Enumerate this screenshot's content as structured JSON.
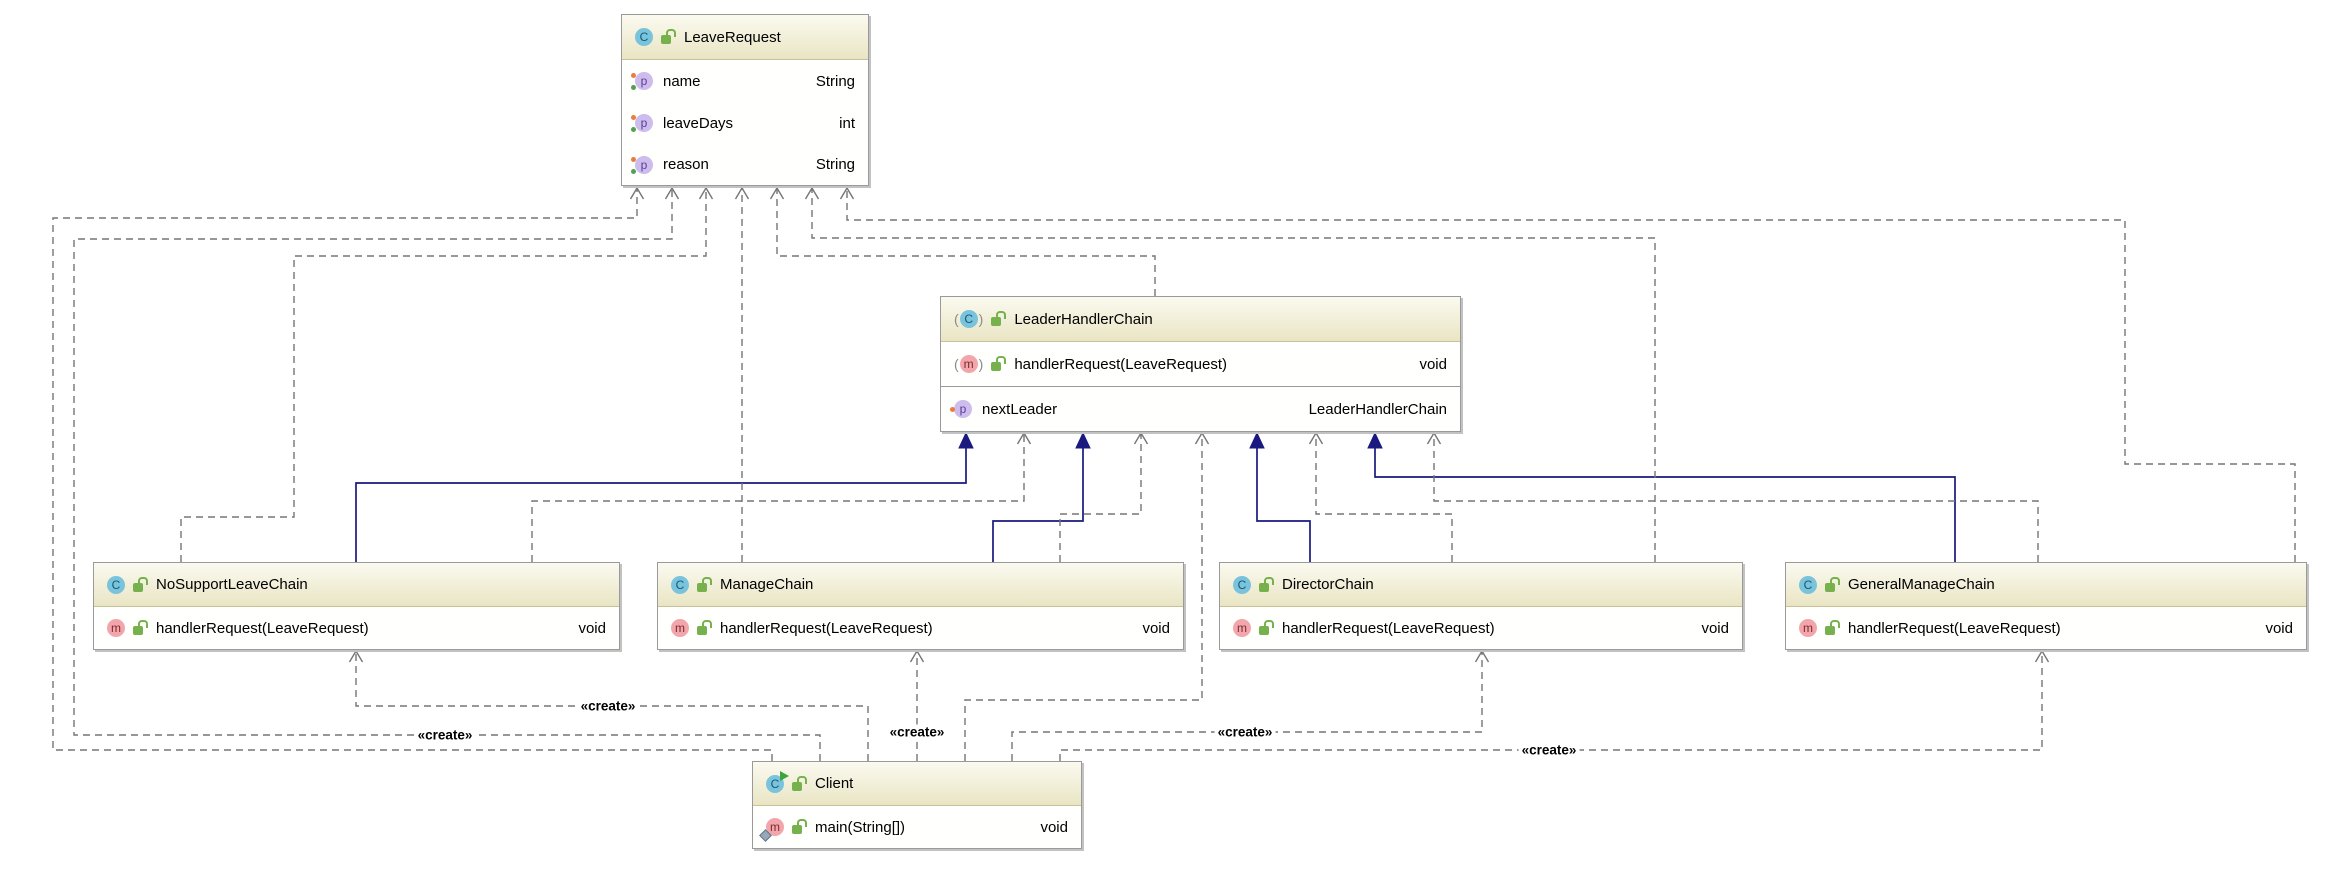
{
  "edge_label_create": "«create»",
  "classes": {
    "leave_request": {
      "name": "LeaveRequest",
      "kind": "class",
      "properties": [
        {
          "name": "name",
          "type": "String"
        },
        {
          "name": "leaveDays",
          "type": "int"
        },
        {
          "name": "reason",
          "type": "String"
        }
      ]
    },
    "leader_handler_chain": {
      "name": "LeaderHandlerChain",
      "kind": "abstract-class",
      "methods": [
        {
          "name": "handlerRequest(LeaveRequest)",
          "returns": "void",
          "abstract": true
        }
      ],
      "properties": [
        {
          "name": "nextLeader",
          "type": "LeaderHandlerChain"
        }
      ]
    },
    "no_support_leave_chain": {
      "name": "NoSupportLeaveChain",
      "kind": "class",
      "methods": [
        {
          "name": "handlerRequest(LeaveRequest)",
          "returns": "void"
        }
      ]
    },
    "manage_chain": {
      "name": "ManageChain",
      "kind": "class",
      "methods": [
        {
          "name": "handlerRequest(LeaveRequest)",
          "returns": "void"
        }
      ]
    },
    "director_chain": {
      "name": "DirectorChain",
      "kind": "class",
      "methods": [
        {
          "name": "handlerRequest(LeaveRequest)",
          "returns": "void"
        }
      ]
    },
    "general_manage_chain": {
      "name": "GeneralManageChain",
      "kind": "class",
      "methods": [
        {
          "name": "handlerRequest(LeaveRequest)",
          "returns": "void"
        }
      ]
    },
    "client": {
      "name": "Client",
      "kind": "runnable-class",
      "methods": [
        {
          "name": "main(String[])",
          "returns": "void",
          "static": true
        }
      ]
    }
  },
  "edges": [
    {
      "from": "NoSupportLeaveChain",
      "to": "LeaderHandlerChain",
      "kind": "inheritance"
    },
    {
      "from": "ManageChain",
      "to": "LeaderHandlerChain",
      "kind": "inheritance"
    },
    {
      "from": "DirectorChain",
      "to": "LeaderHandlerChain",
      "kind": "inheritance"
    },
    {
      "from": "GeneralManageChain",
      "to": "LeaderHandlerChain",
      "kind": "inheritance"
    },
    {
      "from": "NoSupportLeaveChain",
      "to": "LeaderHandlerChain",
      "kind": "dependency"
    },
    {
      "from": "ManageChain",
      "to": "LeaderHandlerChain",
      "kind": "dependency"
    },
    {
      "from": "DirectorChain",
      "to": "LeaderHandlerChain",
      "kind": "dependency"
    },
    {
      "from": "GeneralManageChain",
      "to": "LeaderHandlerChain",
      "kind": "dependency"
    },
    {
      "from": "Client",
      "to": "LeaderHandlerChain",
      "kind": "dependency"
    },
    {
      "from": "LeaderHandlerChain",
      "to": "LeaveRequest",
      "kind": "dependency"
    },
    {
      "from": "NoSupportLeaveChain",
      "to": "LeaveRequest",
      "kind": "dependency"
    },
    {
      "from": "ManageChain",
      "to": "LeaveRequest",
      "kind": "dependency"
    },
    {
      "from": "DirectorChain",
      "to": "LeaveRequest",
      "kind": "dependency"
    },
    {
      "from": "GeneralManageChain",
      "to": "LeaveRequest",
      "kind": "dependency"
    },
    {
      "from": "Client",
      "to": "LeaveRequest",
      "kind": "dependency"
    },
    {
      "from": "Client",
      "to": "LeaveRequest",
      "kind": "create",
      "label": "«create»"
    },
    {
      "from": "Client",
      "to": "NoSupportLeaveChain",
      "kind": "create",
      "label": "«create»"
    },
    {
      "from": "Client",
      "to": "ManageChain",
      "kind": "create",
      "label": "«create»"
    },
    {
      "from": "Client",
      "to": "DirectorChain",
      "kind": "create",
      "label": "«create»"
    },
    {
      "from": "Client",
      "to": "GeneralManageChain",
      "kind": "create",
      "label": "«create»"
    }
  ]
}
